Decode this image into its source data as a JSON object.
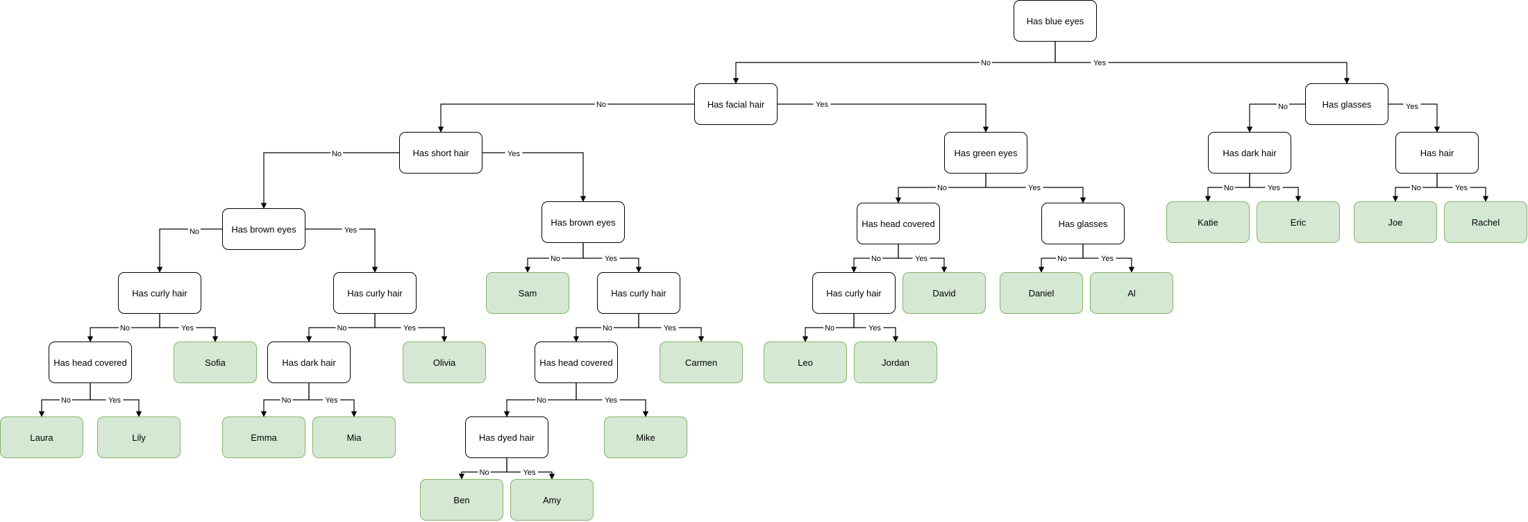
{
  "colors": {
    "answer_fill": "#d5e8d4",
    "answer_stroke": "#82b366",
    "question_stroke": "#000000",
    "edge": "#000000"
  },
  "labels": {
    "no": "No",
    "yes": "Yes"
  },
  "nodes": [
    {
      "id": "n1",
      "text": "Has blue eyes",
      "kind": "question"
    },
    {
      "id": "n2",
      "text": "Has facial hair",
      "kind": "question"
    },
    {
      "id": "n3",
      "text": "Has glasses",
      "kind": "question"
    },
    {
      "id": "n4",
      "text": "Has short hair",
      "kind": "question"
    },
    {
      "id": "n5",
      "text": "Has green eyes",
      "kind": "question"
    },
    {
      "id": "n6",
      "text": "Has dark hair",
      "kind": "question"
    },
    {
      "id": "n7",
      "text": "Has hair",
      "kind": "question"
    },
    {
      "id": "n8",
      "text": "Has brown eyes",
      "kind": "question"
    },
    {
      "id": "n9",
      "text": "Has brown eyes",
      "kind": "question"
    },
    {
      "id": "n10",
      "text": "Has head covered",
      "kind": "question"
    },
    {
      "id": "n11",
      "text": "Has glasses",
      "kind": "question"
    },
    {
      "id": "n12",
      "text": "Katie",
      "kind": "answer"
    },
    {
      "id": "n13",
      "text": "Eric",
      "kind": "answer"
    },
    {
      "id": "n14",
      "text": "Joe",
      "kind": "answer"
    },
    {
      "id": "n15",
      "text": "Rachel",
      "kind": "answer"
    },
    {
      "id": "n16",
      "text": "Has curly hair",
      "kind": "question"
    },
    {
      "id": "n17",
      "text": "Has curly hair",
      "kind": "question"
    },
    {
      "id": "n18",
      "text": "Sam",
      "kind": "answer"
    },
    {
      "id": "n19",
      "text": "Has curly hair",
      "kind": "question"
    },
    {
      "id": "n20",
      "text": "Has curly hair",
      "kind": "question"
    },
    {
      "id": "n21",
      "text": "David",
      "kind": "answer"
    },
    {
      "id": "n22",
      "text": "Daniel",
      "kind": "answer"
    },
    {
      "id": "n23",
      "text": "Al",
      "kind": "answer"
    },
    {
      "id": "n24",
      "text": "Has head covered",
      "kind": "question"
    },
    {
      "id": "n25",
      "text": "Sofia",
      "kind": "answer"
    },
    {
      "id": "n26",
      "text": "Has dark hair",
      "kind": "question"
    },
    {
      "id": "n27",
      "text": "Olivia",
      "kind": "answer"
    },
    {
      "id": "n28",
      "text": "Has head covered",
      "kind": "question"
    },
    {
      "id": "n29",
      "text": "Carmen",
      "kind": "answer"
    },
    {
      "id": "n30",
      "text": "Leo",
      "kind": "answer"
    },
    {
      "id": "n31",
      "text": "Jordan",
      "kind": "answer"
    },
    {
      "id": "n32",
      "text": "Laura",
      "kind": "answer"
    },
    {
      "id": "n33",
      "text": "Lily",
      "kind": "answer"
    },
    {
      "id": "n34",
      "text": "Emma",
      "kind": "answer"
    },
    {
      "id": "n35",
      "text": "Mia",
      "kind": "answer"
    },
    {
      "id": "n36",
      "text": "Has dyed hair",
      "kind": "question"
    },
    {
      "id": "n37",
      "text": "Mike",
      "kind": "answer"
    },
    {
      "id": "n38",
      "text": "Ben",
      "kind": "answer"
    },
    {
      "id": "n39",
      "text": "Amy",
      "kind": "answer"
    }
  ],
  "edges": [
    {
      "from": "n1",
      "to": "n2",
      "label": "No"
    },
    {
      "from": "n1",
      "to": "n3",
      "label": "Yes"
    },
    {
      "from": "n2",
      "to": "n4",
      "label": "No"
    },
    {
      "from": "n2",
      "to": "n5",
      "label": "Yes"
    },
    {
      "from": "n3",
      "to": "n6",
      "label": "No"
    },
    {
      "from": "n3",
      "to": "n7",
      "label": "Yes"
    },
    {
      "from": "n4",
      "to": "n8",
      "label": "No"
    },
    {
      "from": "n4",
      "to": "n9",
      "label": "Yes"
    },
    {
      "from": "n5",
      "to": "n10",
      "label": "No"
    },
    {
      "from": "n5",
      "to": "n11",
      "label": "Yes"
    },
    {
      "from": "n6",
      "to": "n12",
      "label": "No"
    },
    {
      "from": "n6",
      "to": "n13",
      "label": "Yes"
    },
    {
      "from": "n7",
      "to": "n14",
      "label": "No"
    },
    {
      "from": "n7",
      "to": "n15",
      "label": "Yes"
    },
    {
      "from": "n8",
      "to": "n16",
      "label": "No"
    },
    {
      "from": "n8",
      "to": "n17",
      "label": "Yes"
    },
    {
      "from": "n9",
      "to": "n18",
      "label": "No"
    },
    {
      "from": "n9",
      "to": "n19",
      "label": "Yes"
    },
    {
      "from": "n10",
      "to": "n20",
      "label": "No"
    },
    {
      "from": "n10",
      "to": "n21",
      "label": "Yes"
    },
    {
      "from": "n11",
      "to": "n22",
      "label": "No"
    },
    {
      "from": "n11",
      "to": "n23",
      "label": "Yes"
    },
    {
      "from": "n16",
      "to": "n24",
      "label": "No"
    },
    {
      "from": "n16",
      "to": "n25",
      "label": "Yes"
    },
    {
      "from": "n17",
      "to": "n26",
      "label": "No"
    },
    {
      "from": "n17",
      "to": "n27",
      "label": "Yes"
    },
    {
      "from": "n19",
      "to": "n28",
      "label": "No"
    },
    {
      "from": "n19",
      "to": "n29",
      "label": "Yes"
    },
    {
      "from": "n20",
      "to": "n30",
      "label": "No"
    },
    {
      "from": "n20",
      "to": "n31",
      "label": "Yes"
    },
    {
      "from": "n24",
      "to": "n32",
      "label": "No"
    },
    {
      "from": "n24",
      "to": "n33",
      "label": "Yes"
    },
    {
      "from": "n26",
      "to": "n34",
      "label": "No"
    },
    {
      "from": "n26",
      "to": "n35",
      "label": "Yes"
    },
    {
      "from": "n28",
      "to": "n36",
      "label": "No"
    },
    {
      "from": "n28",
      "to": "n37",
      "label": "Yes"
    },
    {
      "from": "n36",
      "to": "n38",
      "label": "No"
    },
    {
      "from": "n36",
      "to": "n39",
      "label": "Yes"
    }
  ]
}
